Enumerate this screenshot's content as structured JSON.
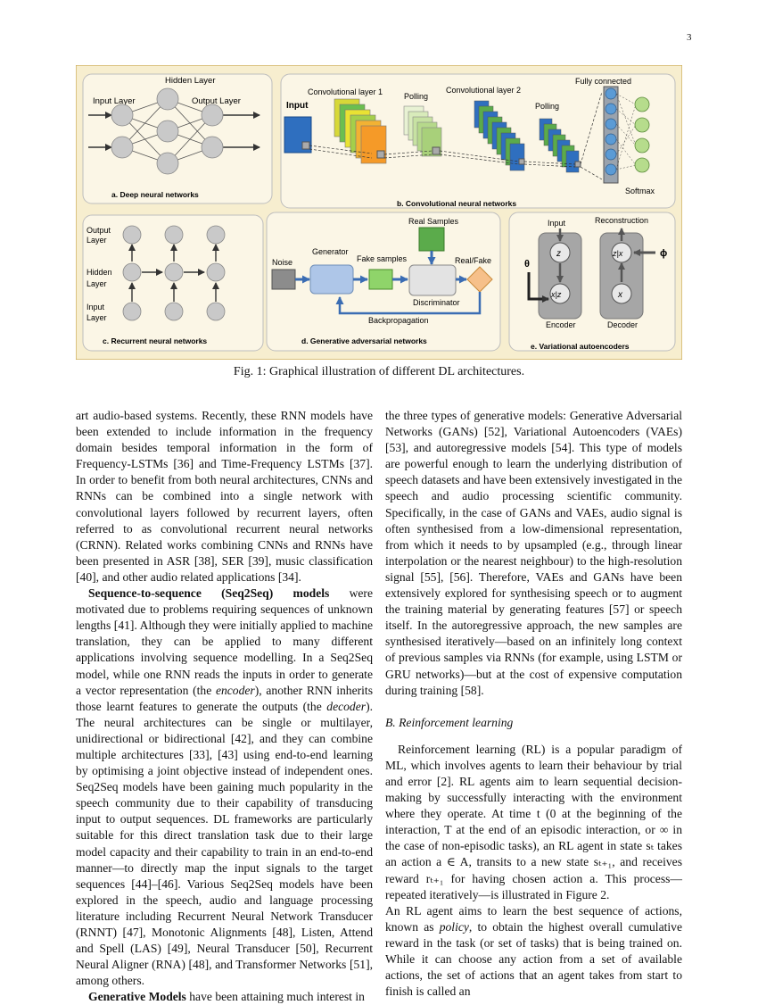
{
  "page_number": "3",
  "figure": {
    "caption": "Fig. 1: Graphical illustration of different DL architectures.",
    "dnn": {
      "hidden_layer": "Hidden Layer",
      "input_layer": "Input Layer",
      "output_layer": "Output Layer",
      "label": "a. Deep neural networks"
    },
    "cnn": {
      "input": "Input",
      "conv1": "Convolutional layer 1",
      "pool1": "Polling",
      "conv2": "Convolutional layer 2",
      "pool2": "Polling",
      "fc": "Fully connected",
      "softmax": "Softmax",
      "label": "b. Convolutional neural networks"
    },
    "rnn": {
      "output": "Output",
      "output2": "Layer",
      "hidden": "Hidden",
      "hidden2": "Layer",
      "input": "Input",
      "input2": "Layer",
      "label": "c. Recurrent neural networks"
    },
    "gan": {
      "real_samples": "Real Samples",
      "noise": "Noise",
      "generator": "Generator",
      "fake_samples": "Fake samples",
      "real_fake": "Real/Fake",
      "discriminator": "Discriminator",
      "backprop": "Backpropagation",
      "label": "d. Generative adversarial networks"
    },
    "vae": {
      "input": "Input",
      "reconstruction": "Reconstruction",
      "z": "z",
      "zx": "z|x",
      "xz": "x|z",
      "x": "x",
      "theta": "θ",
      "phi": "ϕ",
      "encoder": "Encoder",
      "decoder": "Decoder",
      "label": "e. Variational autoencoders"
    }
  },
  "left_column": {
    "p1": "art audio-based systems. Recently, these RNN models have been extended to include information in the frequency domain besides temporal information in the form of Frequency-LSTMs [36] and Time-Frequency LSTMs [37]. In order to benefit from both neural architectures, CNNs and RNNs can be combined into a single network with convolutional layers followed by recurrent layers, often referred to as convolutional recurrent neural networks (CRNN). Related works combining CNNs and RNNs have been presented in ASR [38], SER [39], music classification [40], and other audio related applications [34].",
    "p2_bold": "Sequence-to-sequence (Seq2Seq) models",
    "p2_a": " were motivated due to problems requiring sequences of unknown lengths [41]. Although they were initially applied to machine translation, they can be applied to many different applications involving sequence modelling. In a Seq2Seq model, while one RNN reads the inputs in order to generate a vector representation (the ",
    "p2_em1": "encoder",
    "p2_b": "), another RNN inherits those learnt features to generate the outputs (the ",
    "p2_em2": "decoder",
    "p2_c": "). The neural architectures can be single or multilayer, unidirectional or bidirectional [42], and they can combine multiple architectures [33], [43] using end-to-end learning by optimising a joint objective instead of independent ones. Seq2Seq models have been gaining much popularity in the speech community due to their capability of transducing input to output sequences. DL frameworks are particularly suitable for this direct translation task due to their large model capacity and their capability to train in an end-to-end manner—to directly map the input signals to the target sequences [44]–[46]. Various Seq2Seq models have been explored in the speech, audio and language processing literature including Recurrent Neural Network Transducer (RNNT) [47], Monotonic Alignments [48], Listen, Attend and Spell (LAS) [49], Neural Transducer [50], Recurrent Neural Aligner (RNA) [48], and Transformer Networks [51], among others.",
    "p3_bold": "Generative Models",
    "p3_a": " have been attaining much interest in"
  },
  "right_column": {
    "p1": "the three types of generative models: Generative Adversarial Networks (GANs) [52], Variational Autoencoders (VAEs) [53], and autoregressive models [54]. This type of models are powerful enough to learn the underlying distribution of speech datasets and have been extensively investigated in the speech and audio processing scientific community. Specifically, in the case of GANs and VAEs, audio signal is often synthesised from a low-dimensional representation, from which it needs to by upsampled (e.g., through linear interpolation or the nearest neighbour) to the high-resolution signal [55], [56]. Therefore, VAEs and GANs have been extensively explored for synthesising speech or to augment the training material by generating features [57] or speech itself. In the autoregressive approach, the new samples are synthesised iteratively—based on an infinitely long context of previous samples via RNNs (for example, using LSTM or GRU networks)—but at the cost of expensive computation during training [58].",
    "section_heading": "B.  Reinforcement learning",
    "p2": "Reinforcement learning (RL) is a popular paradigm of ML, which involves agents to learn their behaviour by trial and error [2]. RL agents aim to learn sequential decision-making by successfully interacting with the environment where they operate. At time t (0 at the beginning of the interaction, T at the end of an episodic interaction, or ∞ in the case of non-episodic tasks), an RL agent in state sₜ takes an action a ∈ A, transits to a new state sₜ₊₁, and receives reward rₜ₊₁ for having chosen action a. This process—repeated iteratively—is illustrated in Figure 2.",
    "p3_a": "An RL agent aims to learn the best sequence of actions, known as ",
    "p3_em": "policy",
    "p3_b": ", to obtain the highest overall cumulative reward in the task (or set of tasks) that is being trained on. While it can choose any action from a set of available actions, the set of actions that an agent takes from start to finish is called an"
  }
}
